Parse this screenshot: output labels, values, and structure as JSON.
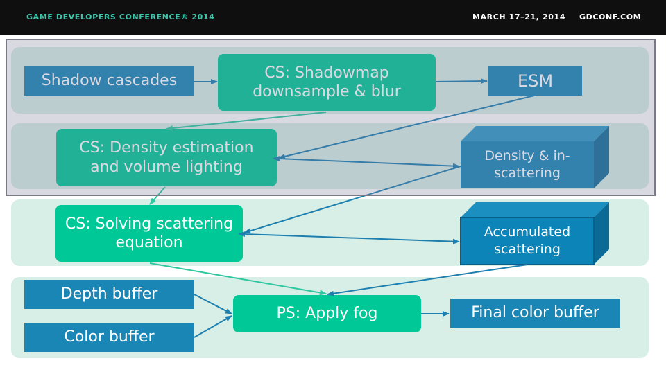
{
  "header": {
    "conference": "GAME DEVELOPERS CONFERENCE® 2014",
    "dates": "MARCH 17–21, 2014",
    "site": "GDCONF.COM"
  },
  "nodes": {
    "shadow_cascades": "Shadow cascades",
    "cs_shadowmap": "CS: Shadowmap downsample & blur",
    "esm": "ESM",
    "cs_density": "CS: Density estimation and volume lighting",
    "density_inscattering": "Density & in-scattering",
    "cs_solving": "CS: Solving scattering equation",
    "accumulated_scattering": "Accumulated scattering",
    "depth_buffer": "Depth buffer",
    "color_buffer": "Color buffer",
    "ps_apply_fog": "PS: Apply fog",
    "final_color_buffer": "Final color buffer"
  },
  "colors": {
    "teal_process": "#00c896",
    "blue_resource": "#1a86b6",
    "band_bg": "#d7efe6",
    "header_accent": "#3fc5ab"
  }
}
